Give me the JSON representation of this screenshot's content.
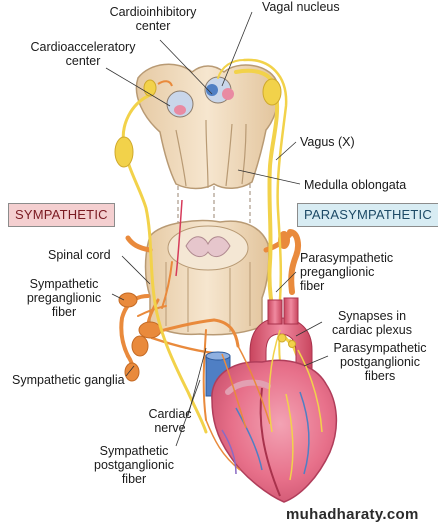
{
  "labels": {
    "vagal_nucleus": "Vagal nucleus",
    "cardioinhibitory_1": "Cardioinhibitory",
    "cardioinhibitory_2": "center",
    "cardioacceleratory_1": "Cardioacceleratory",
    "cardioacceleratory_2": "center",
    "vagus": "Vagus (X)",
    "medulla": "Medulla oblongata",
    "sympathetic": "SYMPATHETIC",
    "parasympathetic": "PARASYMPATHETIC",
    "spinal_cord": "Spinal cord",
    "symp_pre_1": "Sympathetic",
    "symp_pre_2": "preganglionic",
    "symp_pre_3": "fiber",
    "para_pre_1": "Parasympathetic",
    "para_pre_2": "preganglionic",
    "para_pre_3": "fiber",
    "synapses_1": "Synapses in",
    "synapses_2": "cardiac plexus",
    "para_post_1": "Parasympathetic",
    "para_post_2": "postganglionic",
    "para_post_3": "fibers",
    "symp_ganglia": "Sympathetic ganglia",
    "cardiac_nerve_1": "Cardiac",
    "cardiac_nerve_2": "nerve",
    "symp_post_1": "Sympathetic",
    "symp_post_2": "postganglionic",
    "symp_post_3": "fiber"
  },
  "watermark": "muhadharaty.com",
  "colors": {
    "tissue": "#f0dcc0",
    "tissue_edge": "#b89a74",
    "nerve_yellow": "#f2d24a",
    "nerve_orange": "#e98a3c",
    "heart": "#e7708a",
    "vessel_blue": "#4f7fc4",
    "sympathetic_box": "#f4cfd0",
    "parasympathetic_box": "#d8ecf3"
  }
}
